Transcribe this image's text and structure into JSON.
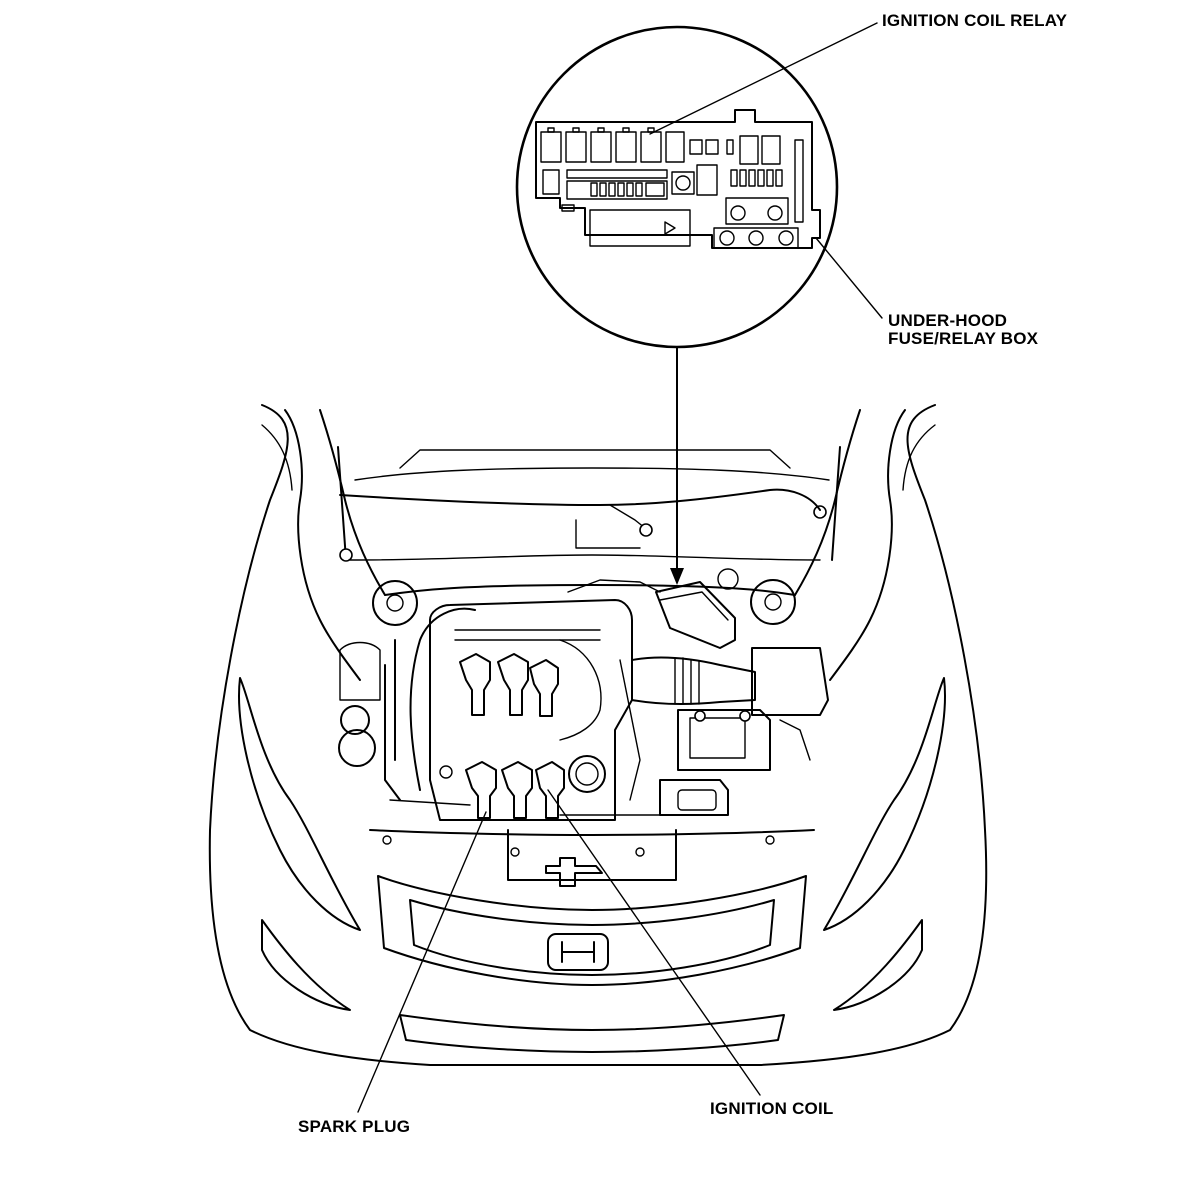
{
  "labels": {
    "ignition_coil_relay": "IGNITION COIL RELAY",
    "fuse_box_line1": "UNDER-HOOD",
    "fuse_box_line2": "FUSE/RELAY BOX",
    "spark_plug": "SPARK PLUG",
    "ignition_coil": "IGNITION COIL"
  }
}
